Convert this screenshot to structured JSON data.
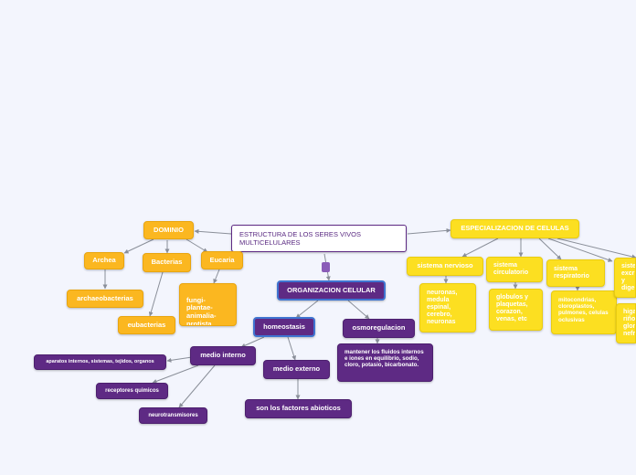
{
  "root": {
    "title": "ESTRUCTURA DE LOS SERES VIVOS MULTICELULARES"
  },
  "dominio": {
    "label": "DOMINIO",
    "archea": "Archea",
    "archaeobacterias": "archaeobacterias",
    "bacterias": "Bacterias",
    "eubacterias": "eubacterias",
    "eucaria": "Eucaria",
    "eucaria_reinos": "fungi-\nplantae-\nanimalia-\nprotista"
  },
  "organizacion": {
    "label": "ORGANIZACION CELULAR",
    "homeostasis": "homeostasis",
    "medio_interno": "medio interno",
    "aparatos": "aparatos internos, sistemas, tejidos, organos",
    "receptores": "receptores quimicos",
    "neurotransmisores": "neurotransmisores",
    "medio_externo": "medio externo",
    "factores": "son los factores abioticos",
    "osmoregulacion": "osmoregulacion",
    "osmo_desc": "mantener los fluidos internos e iones en equilibrio, sodio, cloro, potasio, bicarbonato."
  },
  "especializacion": {
    "label": "ESPECIALIZACION DE CELULAS",
    "nervioso": "sistema nervioso",
    "nervioso_desc": "neuronas, medula espinal, cerebro, neuronas",
    "circulatorio": "sistema circulatorio",
    "circulatorio_desc": "globulos y plaquetas, corazon, venas, etc",
    "respiratorio": "sistema respiratorio",
    "respiratorio_desc": "mitocondrias, cloroplastos, pulmones, celulas oclusivas",
    "excretor": "siste excr y dige",
    "excretor_desc": "higa riño glon nefr"
  },
  "colors": {
    "orange": "#fbb720",
    "yellow": "#fcdf21",
    "purple": "#5e2a84",
    "highlight": "#3f74d1",
    "connector": "#8a8f99",
    "background": "#f3f5fd"
  }
}
